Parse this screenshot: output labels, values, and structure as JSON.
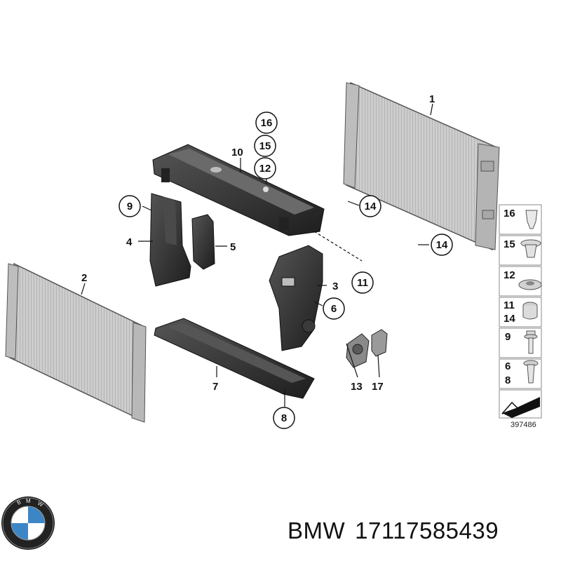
{
  "diagram": {
    "callouts": {
      "p1": "1",
      "p2": "2",
      "p3": "3",
      "p4": "4",
      "p5": "5",
      "p6": "6",
      "p7": "7",
      "p8": "8",
      "p9": "9",
      "p10": "10",
      "p11": "11",
      "p12": "12",
      "p13": "13",
      "p14a": "14",
      "p14b": "14",
      "p15": "15",
      "p16": "16",
      "p17": "17"
    },
    "legend": {
      "r1": "16",
      "r2": "15",
      "r3": "12",
      "r4a": "11",
      "r4b": "14",
      "r5": "9",
      "r6a": "6",
      "r6b": "8"
    },
    "image_code": "397486"
  },
  "footer": {
    "brand": "BMW",
    "part_number": "17117585439"
  },
  "colors": {
    "radiator_fill": "#c9c9c9",
    "plastic_dark": "#2d2d2d",
    "legend_border": "#8a8a8a"
  },
  "icons": [
    "bmw-logo"
  ]
}
